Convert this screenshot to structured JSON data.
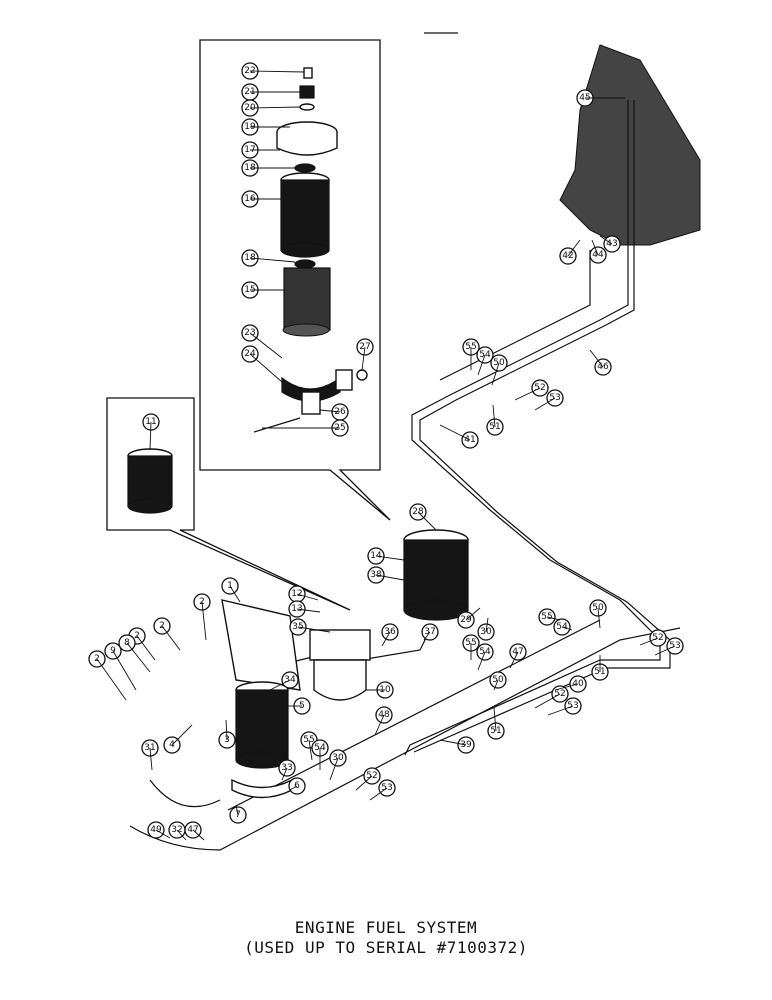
{
  "caption": {
    "line1": "ENGINE FUEL SYSTEM",
    "line2": "(USED UP TO SERIAL #7100372)"
  },
  "callouts": [
    {
      "n": "22"
    },
    {
      "n": "21"
    },
    {
      "n": "20"
    },
    {
      "n": "19"
    },
    {
      "n": "17"
    },
    {
      "n": "18"
    },
    {
      "n": "16"
    },
    {
      "n": "18"
    },
    {
      "n": "15"
    },
    {
      "n": "23"
    },
    {
      "n": "24"
    },
    {
      "n": "27"
    },
    {
      "n": "26"
    },
    {
      "n": "25"
    },
    {
      "n": "11"
    },
    {
      "n": "45"
    },
    {
      "n": "43"
    },
    {
      "n": "44"
    },
    {
      "n": "42"
    },
    {
      "n": "46"
    },
    {
      "n": "55"
    },
    {
      "n": "54"
    },
    {
      "n": "50"
    },
    {
      "n": "52"
    },
    {
      "n": "53"
    },
    {
      "n": "51"
    },
    {
      "n": "41"
    },
    {
      "n": "28"
    },
    {
      "n": "14"
    },
    {
      "n": "38"
    },
    {
      "n": "1"
    },
    {
      "n": "12"
    },
    {
      "n": "13"
    },
    {
      "n": "35"
    },
    {
      "n": "36"
    },
    {
      "n": "37"
    },
    {
      "n": "29"
    },
    {
      "n": "30"
    },
    {
      "n": "2"
    },
    {
      "n": "2"
    },
    {
      "n": "2"
    },
    {
      "n": "8"
    },
    {
      "n": "9"
    },
    {
      "n": "2"
    },
    {
      "n": "34"
    },
    {
      "n": "10"
    },
    {
      "n": "55"
    },
    {
      "n": "54"
    },
    {
      "n": "47"
    },
    {
      "n": "50"
    },
    {
      "n": "51"
    },
    {
      "n": "40"
    },
    {
      "n": "48"
    },
    {
      "n": "52"
    },
    {
      "n": "53"
    },
    {
      "n": "39"
    },
    {
      "n": "5"
    },
    {
      "n": "3"
    },
    {
      "n": "4"
    },
    {
      "n": "31"
    },
    {
      "n": "55"
    },
    {
      "n": "54"
    },
    {
      "n": "30"
    },
    {
      "n": "33"
    },
    {
      "n": "6"
    },
    {
      "n": "7"
    },
    {
      "n": "52"
    },
    {
      "n": "53"
    },
    {
      "n": "49"
    },
    {
      "n": "32"
    },
    {
      "n": "47"
    },
    {
      "n": "55"
    },
    {
      "n": "54"
    },
    {
      "n": "50"
    },
    {
      "n": "51"
    },
    {
      "n": "52"
    },
    {
      "n": "53"
    }
  ]
}
